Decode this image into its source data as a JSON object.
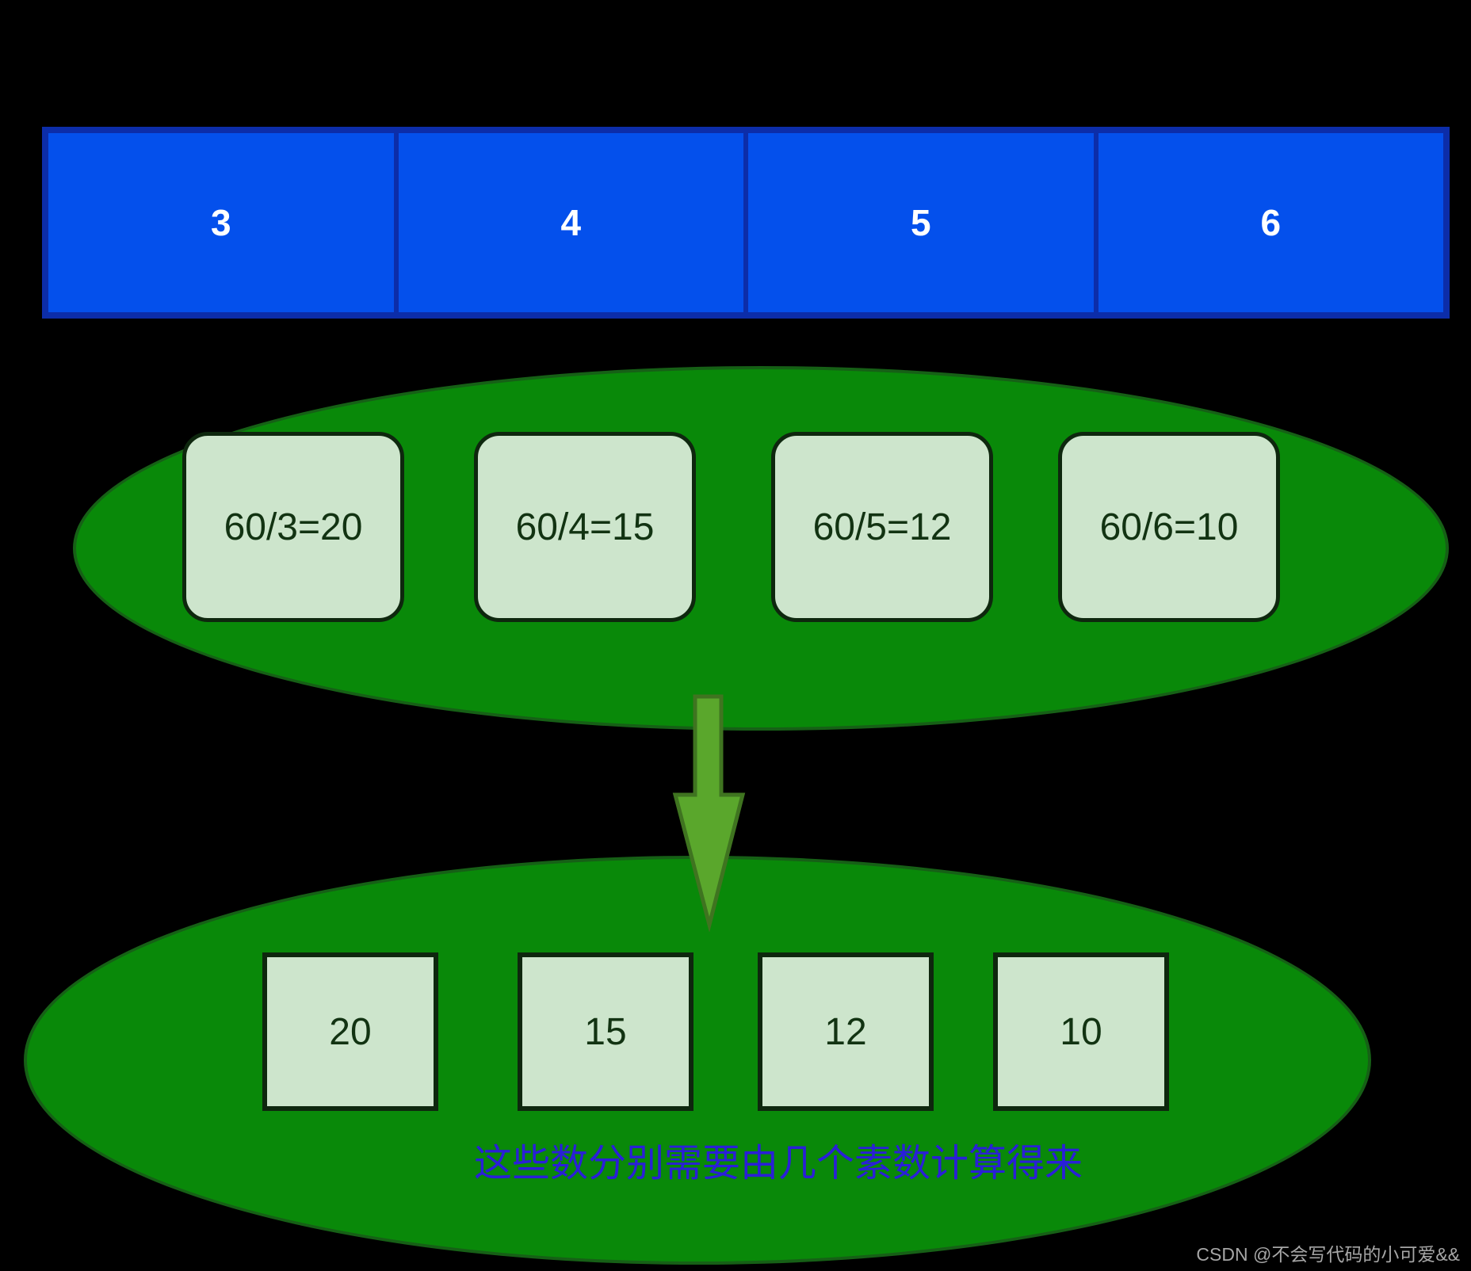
{
  "colors": {
    "background": "#000000",
    "bar_fill": "#0450EC",
    "bar_border": "#0C2DA9",
    "bar_text": "#FFFFFF",
    "ellipse_fill": "#098909",
    "ellipse_border": "#166016",
    "box_fill": "#CDE5CC",
    "box_border": "#0E270E",
    "box_text": "#123312",
    "arrow_fill": "#5AA72C",
    "arrow_border": "#3F7420",
    "caption_color": "#2A1FD8",
    "watermark_color": "#A6A6A6"
  },
  "top_bar": {
    "cells": [
      "3",
      "4",
      "5",
      "6"
    ]
  },
  "upper_group": {
    "boxes": [
      "60/3=20",
      "60/4=15",
      "60/5=12",
      "60/6=10"
    ]
  },
  "arrow": {
    "direction": "down"
  },
  "lower_group": {
    "boxes": [
      "20",
      "15",
      "12",
      "10"
    ],
    "caption": "这些数分别需要由几个素数计算得来"
  },
  "watermark": {
    "text": "CSDN @不会写代码的小可爱&&"
  }
}
